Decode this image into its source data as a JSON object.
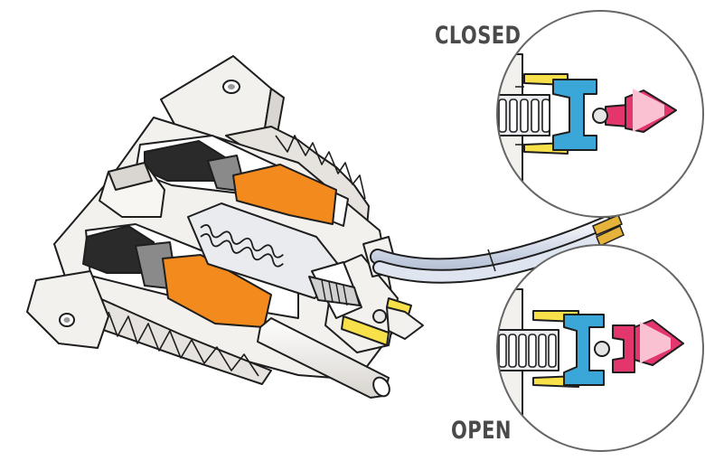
{
  "labels": {
    "closed": "CLOSED",
    "open": "OPEN"
  },
  "states": [
    {
      "id": "closed",
      "plunger_retracted": false
    },
    {
      "id": "open",
      "plunger_retracted": true
    }
  ],
  "colors": {
    "outline": "#1e1e1e",
    "body": "#f3f1ee",
    "body_shade": "#d9d6d1",
    "coil": "#f28a1e",
    "magnet": "#2a2a2a",
    "gray_part": "#8a8a8a",
    "wire": "#cfd8e8",
    "wire_tip": "#e5b23a",
    "yellow": "#f7e04a",
    "blue": "#3ba7d8",
    "pink": "#e3366c",
    "circle_border": "#666666"
  }
}
